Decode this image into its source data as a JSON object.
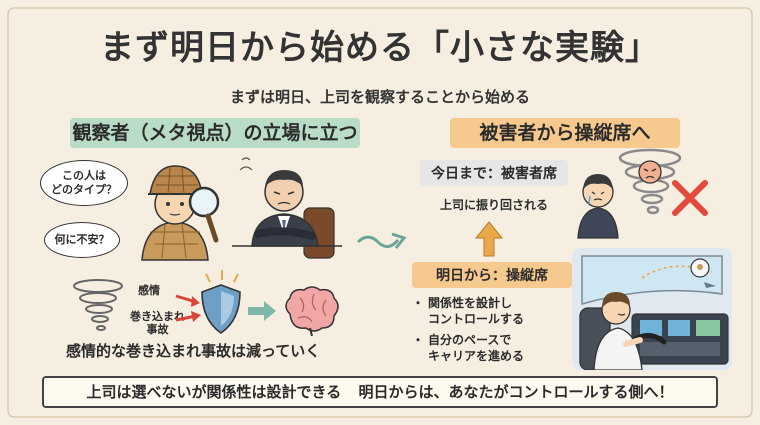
{
  "title": "まず明日から始める「小さな実験」",
  "subtitle": "まずは明日、上司を観察することから始める",
  "left": {
    "header": "観察者（メタ視点）の立場に立つ",
    "bubble1": "この人は\nどのタイプ？",
    "bubble2": "何に不安？",
    "emotion_label": "感情",
    "accident_label": "巻き込まれ\n事故",
    "caption": "感情的な巻き込まれ事故は減っていく"
  },
  "right": {
    "header": "被害者から操縦席へ",
    "until_today_title": "今日まで：被害者席",
    "until_today_text": "上司に振り回される",
    "from_tomorrow_title": "明日から：操縦席",
    "bullets": [
      "関係性を設計し\nコントロールする",
      "自分のペースで\nキャリアを進める"
    ]
  },
  "bottom": {
    "left_text": "上司は選べないが関係性は設計できる",
    "right_text": "明日からは、あなたがコントロールする側へ！"
  },
  "colors": {
    "background": "#f6efe1",
    "left_header": "#b9dcc6",
    "right_header": "#f6c98e",
    "cross": "#e34a3b",
    "arrow": "#e9a94a",
    "teal_arrow": "#7fb8a8"
  }
}
